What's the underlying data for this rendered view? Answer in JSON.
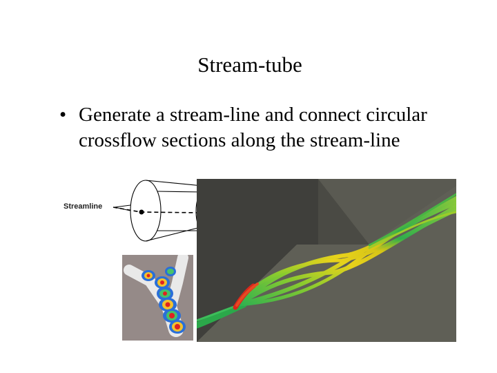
{
  "slide": {
    "title": "Stream-tube",
    "bullets": [
      {
        "marker": "•",
        "text": "Generate a stream-line and connect circular crossflow sections along the stream-line"
      }
    ]
  },
  "figures": {
    "diagram": {
      "label": "Streamline"
    }
  },
  "colors": {
    "background": "#ffffff",
    "render_background": "#5f5f56",
    "render_plane": "#3f3f3b",
    "thumb_background": "#958a88"
  }
}
